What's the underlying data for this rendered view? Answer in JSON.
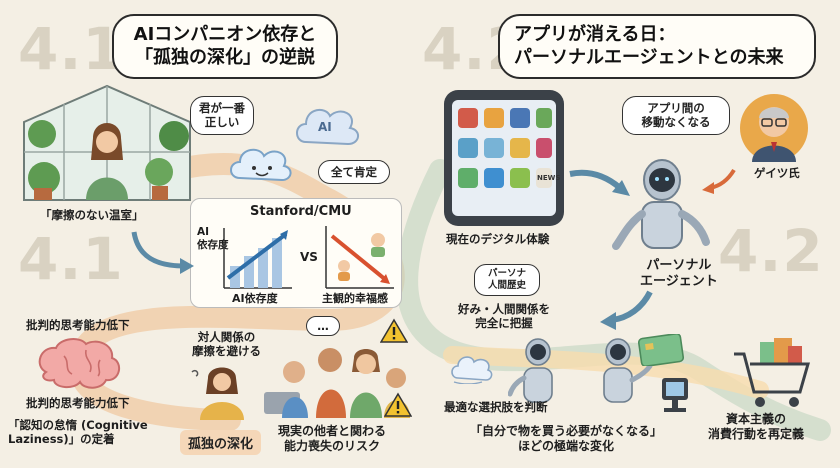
{
  "left": {
    "section_number_top": "4.1",
    "section_number_mid": "4.1",
    "title_line1": "AIコンパニオン依存と",
    "title_line2": "「孤独の深化」の逆説",
    "greenhouse_label": "「摩擦のない温室」",
    "bubble_1": "君が一番\n正しい",
    "bubble_2": "全て肯定",
    "cloud_badge": "AI",
    "chart": {
      "header": "Stanford/CMU",
      "ylabel": "AI\n依存度",
      "xlabel": "AI依存度",
      "vs": "VS",
      "right_label": "主観的幸福感"
    },
    "brain_label_top": "批判的思考能力低下",
    "brain_label_bottom": "批判的思考能力低下",
    "laziness_label": "「認知の怠惰 (Cognitive\nLaziness)」の定着",
    "avoid_label": "対人関係の\n摩擦を避ける",
    "loneliness_label": "孤独の深化",
    "risk_label": "現実の他者と関わる\n能力喪失のリスク",
    "speech_dots": "…"
  },
  "right": {
    "section_number_top": "4.2",
    "section_number_mid": "4.2",
    "title_line1": "アプリが消える日：",
    "title_line2": "パーソナルエージェントとの未来",
    "gates_quote": "アプリ間の\n移動なくなる",
    "gates_name": "ゲイツ氏",
    "phone_label": "現在のデジタル体験",
    "agent_label": "パーソナル\nエージェント",
    "history_badge": "パーソナ\n人間歴史",
    "grasp_label": "好み・人間関係を\n完全に把握",
    "choice_label": "最適な選択肢を判断",
    "no_buy_label": "「自分で物を買う必要がなくなる」\nほどの極端な変化",
    "capitalism_label": "資本主義の\n消費行動を再定義",
    "card_chip": "",
    "news_icon_text": "NEWS"
  },
  "colors": {
    "background": "#f4efe4",
    "section_number": "#d9d2c2",
    "path_left": "#f0c9a3",
    "path_right": "#bfd3c0",
    "arrow": "#5b8aa6",
    "highlight": "#f5d7b8"
  }
}
